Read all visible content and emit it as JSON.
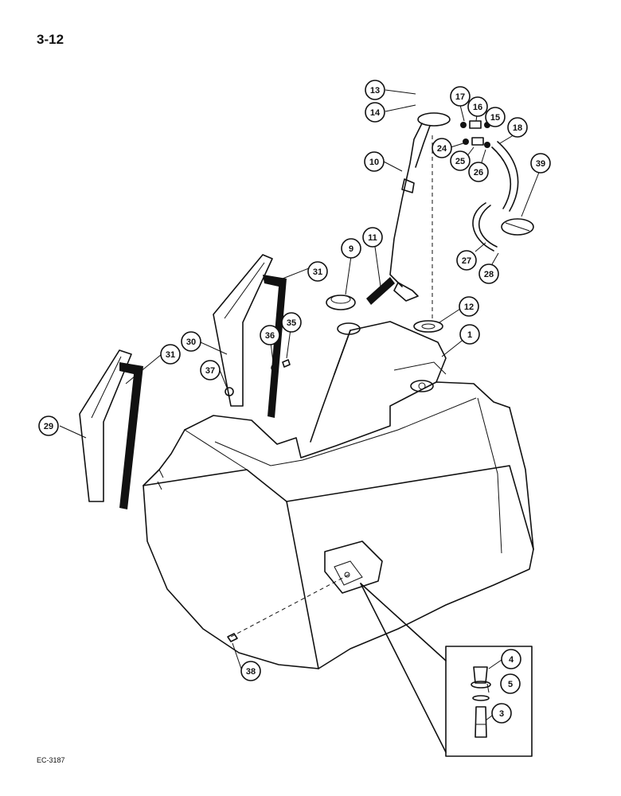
{
  "page_number": "3-12",
  "drawing_code": "EC-3187",
  "callouts": [
    {
      "id": "c13",
      "label": "13"
    },
    {
      "id": "c14",
      "label": "14"
    },
    {
      "id": "c17",
      "label": "17"
    },
    {
      "id": "c16",
      "label": "16"
    },
    {
      "id": "c15",
      "label": "15"
    },
    {
      "id": "c18",
      "label": "18"
    },
    {
      "id": "c24",
      "label": "24"
    },
    {
      "id": "c25",
      "label": "25"
    },
    {
      "id": "c26",
      "label": "26"
    },
    {
      "id": "c10",
      "label": "10"
    },
    {
      "id": "c39",
      "label": "39"
    },
    {
      "id": "c11",
      "label": "11"
    },
    {
      "id": "c9",
      "label": "9"
    },
    {
      "id": "c31a",
      "label": "31"
    },
    {
      "id": "c27",
      "label": "27"
    },
    {
      "id": "c28",
      "label": "28"
    },
    {
      "id": "c12",
      "label": "12"
    },
    {
      "id": "c35",
      "label": "35"
    },
    {
      "id": "c36",
      "label": "36"
    },
    {
      "id": "c30",
      "label": "30"
    },
    {
      "id": "c1",
      "label": "1"
    },
    {
      "id": "c31b",
      "label": "31"
    },
    {
      "id": "c37",
      "label": "37"
    },
    {
      "id": "c29",
      "label": "29"
    },
    {
      "id": "c4",
      "label": "4"
    },
    {
      "id": "c5",
      "label": "5"
    },
    {
      "id": "c3",
      "label": "3"
    },
    {
      "id": "c38",
      "label": "38"
    }
  ]
}
